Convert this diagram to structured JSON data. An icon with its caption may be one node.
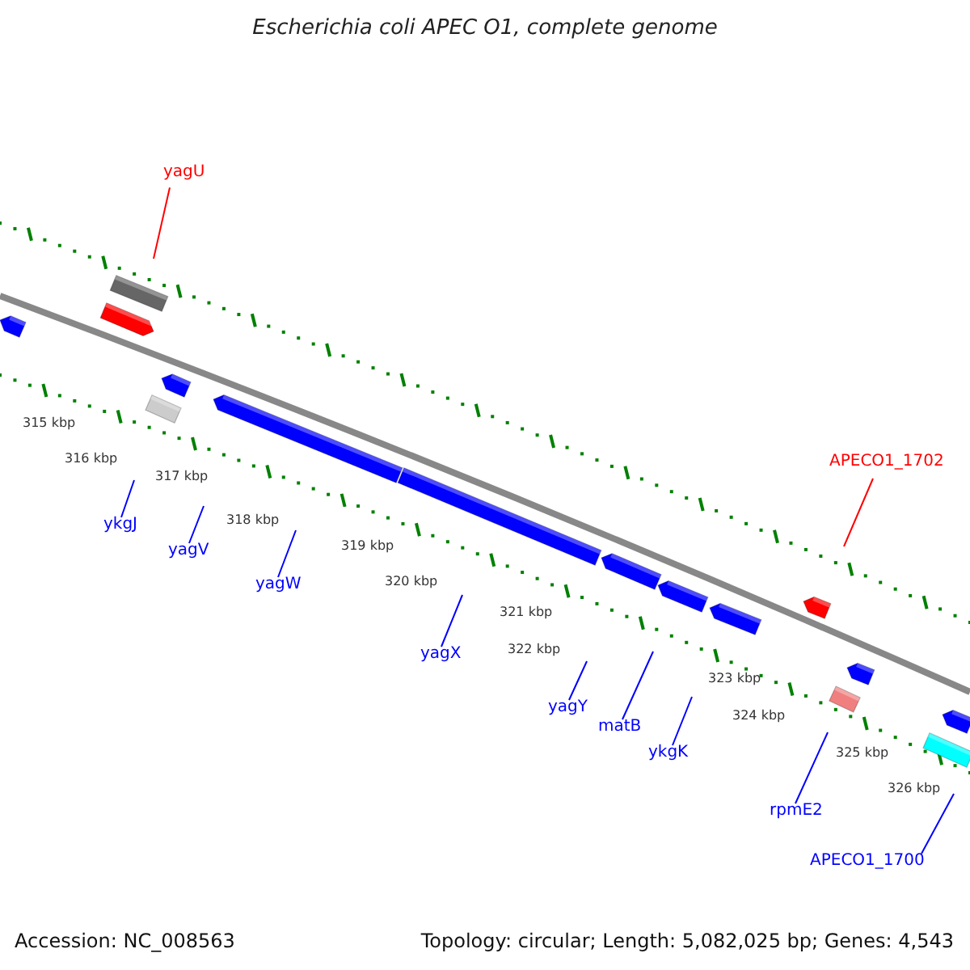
{
  "diagram": {
    "title": "Escherichia coli APEC O1, complete genome",
    "nodes": [
      {
        "text": [
          "yagU"
        ]
      },
      {
        "text": [
          "APECO1_1702"
        ]
      },
      {
        "text": [
          "ykgJ"
        ]
      },
      {
        "text": [
          "yagV"
        ]
      },
      {
        "text": [
          "yagW"
        ]
      },
      {
        "text": [
          "yagX"
        ]
      },
      {
        "text": [
          "yagY"
        ]
      },
      {
        "text": [
          "matB"
        ]
      },
      {
        "text": [
          "ykgK"
        ]
      },
      {
        "text": [
          "rpmE2"
        ]
      },
      {
        "text": [
          "APECO1_1700"
        ]
      }
    ],
    "edges": [
      {
        "from": 0,
        "to": null,
        "arrow": "none",
        "color": "#ff0000"
      },
      {
        "from": 1,
        "to": null,
        "arrow": "none",
        "color": "#ff0000"
      },
      {
        "from": 2,
        "to": null,
        "arrow": "none"
      },
      {
        "from": 3,
        "to": null,
        "arrow": "none"
      },
      {
        "from": 4,
        "to": null,
        "arrow": "none"
      },
      {
        "from": 5,
        "to": null,
        "arrow": "none"
      },
      {
        "from": 6,
        "to": null,
        "arrow": "none"
      },
      {
        "from": 7,
        "to": null,
        "arrow": "none"
      },
      {
        "from": 8,
        "to": null,
        "arrow": "none"
      },
      {
        "from": 9,
        "to": null,
        "arrow": "none"
      },
      {
        "from": 10,
        "to": null,
        "arrow": "none"
      }
    ],
    "labels": [
      "315 kbp",
      "316 kbp",
      "317 kbp",
      "318 kbp",
      "319 kbp",
      "320 kbp",
      "321 kbp",
      "322 kbp",
      "323 kbp",
      "324 kbp",
      "325 kbp",
      "326 kbp",
      "Accession: NC_008563",
      "Topology: circular; Length: 5,082,025 bp; Genes: 4,543"
    ]
  }
}
